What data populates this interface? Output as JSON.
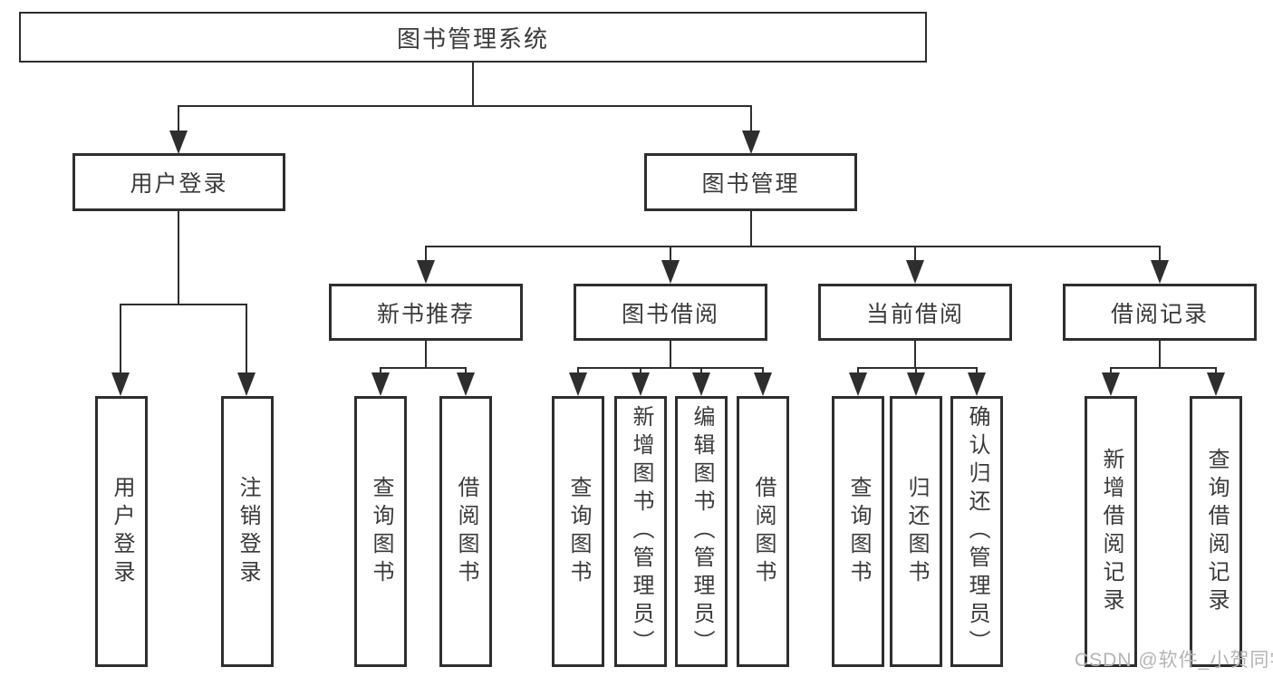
{
  "diagram": {
    "root": {
      "label": "图书管理系统"
    },
    "level2": [
      {
        "id": "user-login",
        "label": "用户登录"
      },
      {
        "id": "book-management",
        "label": "图书管理"
      }
    ],
    "level3": [
      {
        "id": "new-book-recommend",
        "parent": "图书管理",
        "label": "新书推荐"
      },
      {
        "id": "book-borrow",
        "parent": "图书管理",
        "label": "图书借阅"
      },
      {
        "id": "current-borrow",
        "parent": "图书管理",
        "label": "当前借阅"
      },
      {
        "id": "borrow-records",
        "parent": "图书管理",
        "label": "借阅记录"
      }
    ],
    "leaves": [
      {
        "parent": "用户登录",
        "label": "用户登录"
      },
      {
        "parent": "用户登录",
        "label": "注销登录"
      },
      {
        "parent": "新书推荐",
        "label": "查询图书"
      },
      {
        "parent": "新书推荐",
        "label": "借阅图书"
      },
      {
        "parent": "图书借阅",
        "label": "查询图书"
      },
      {
        "parent": "图书借阅",
        "label": "新增图书（管理员）"
      },
      {
        "parent": "图书借阅",
        "label": "编辑图书（管理员）"
      },
      {
        "parent": "图书借阅",
        "label": "借阅图书"
      },
      {
        "parent": "当前借阅",
        "label": "查询图书"
      },
      {
        "parent": "当前借阅",
        "label": "归还图书"
      },
      {
        "parent": "当前借阅",
        "label": "确认归还（管理员）"
      },
      {
        "parent": "借阅记录",
        "label": "新增借阅记录"
      },
      {
        "parent": "借阅记录",
        "label": "查询借阅记录"
      }
    ],
    "watermark": "CSDN @软件_小贺同学",
    "colors": {
      "line": "#2e2e2e",
      "text": "#3a3a3a",
      "background": "#ffffff",
      "watermark": "#b4b4b4"
    }
  }
}
